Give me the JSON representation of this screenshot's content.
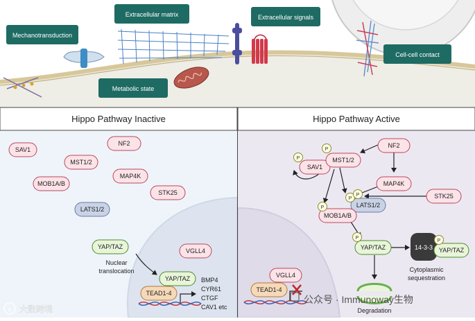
{
  "top": {
    "labels": {
      "mechanotransduction": "Mechanotransduction",
      "extracellular_matrix": "Extracellular matrix",
      "extracellular_signals": "Extracellular signals",
      "cell_cell_contact": "Cell-cell contact",
      "metabolic_state": "Metabolic state"
    }
  },
  "inactive": {
    "title": "Hippo Pathway Inactive",
    "proteins": {
      "sav1": "SAV1",
      "nf2": "NF2",
      "mst": "MST1/2",
      "mob": "MOB1A/B",
      "map4k": "MAP4K",
      "stk25": "STK25",
      "lats": "LATS1/2",
      "yap_cyto": "YAP/TAZ",
      "yap_nuc": "YAP/TAZ",
      "vgll4": "VGLL4",
      "tead": "TEAD1-4"
    },
    "nuclear_translocation": [
      "Nuclear",
      "translocation"
    ],
    "target_genes": [
      "BMP4",
      "CYR61",
      "CTGF",
      "CAV1 etc"
    ]
  },
  "active": {
    "title": "Hippo Pathway Active",
    "proteins": {
      "nf2": "NF2",
      "mst": "MST1/2",
      "sav1": "SAV1",
      "map4k": "MAP4K",
      "stk25": "STK25",
      "lats": "LATS1/2",
      "mob": "MOB1A/B",
      "yap": "YAP/TAZ",
      "yap_bound": "YAP/TAZ",
      "p1433": "14-3-3",
      "vgll4": "VGLL4",
      "tead": "TEAD1-4"
    },
    "phospho_label": "P",
    "cytoplasmic": [
      "Cytoplasmic",
      "sequestration"
    ],
    "degradation": "Degradation"
  },
  "watermarks": {
    "left": "大数跨境",
    "right": "公众号 · Immunoway生物"
  },
  "colors": {
    "teal": "#1e6b63",
    "protein_fill": "#fbe3e8",
    "protein_stroke": "#b8485c",
    "lats_fill": "#c9d3e6",
    "yap_fill": "#e8f5d9",
    "yap_stroke": "#4e8a2e",
    "tead_fill": "#f5d9b8",
    "left_panel_bg": "#eef4fa",
    "right_panel_bg": "#ece8f2"
  }
}
